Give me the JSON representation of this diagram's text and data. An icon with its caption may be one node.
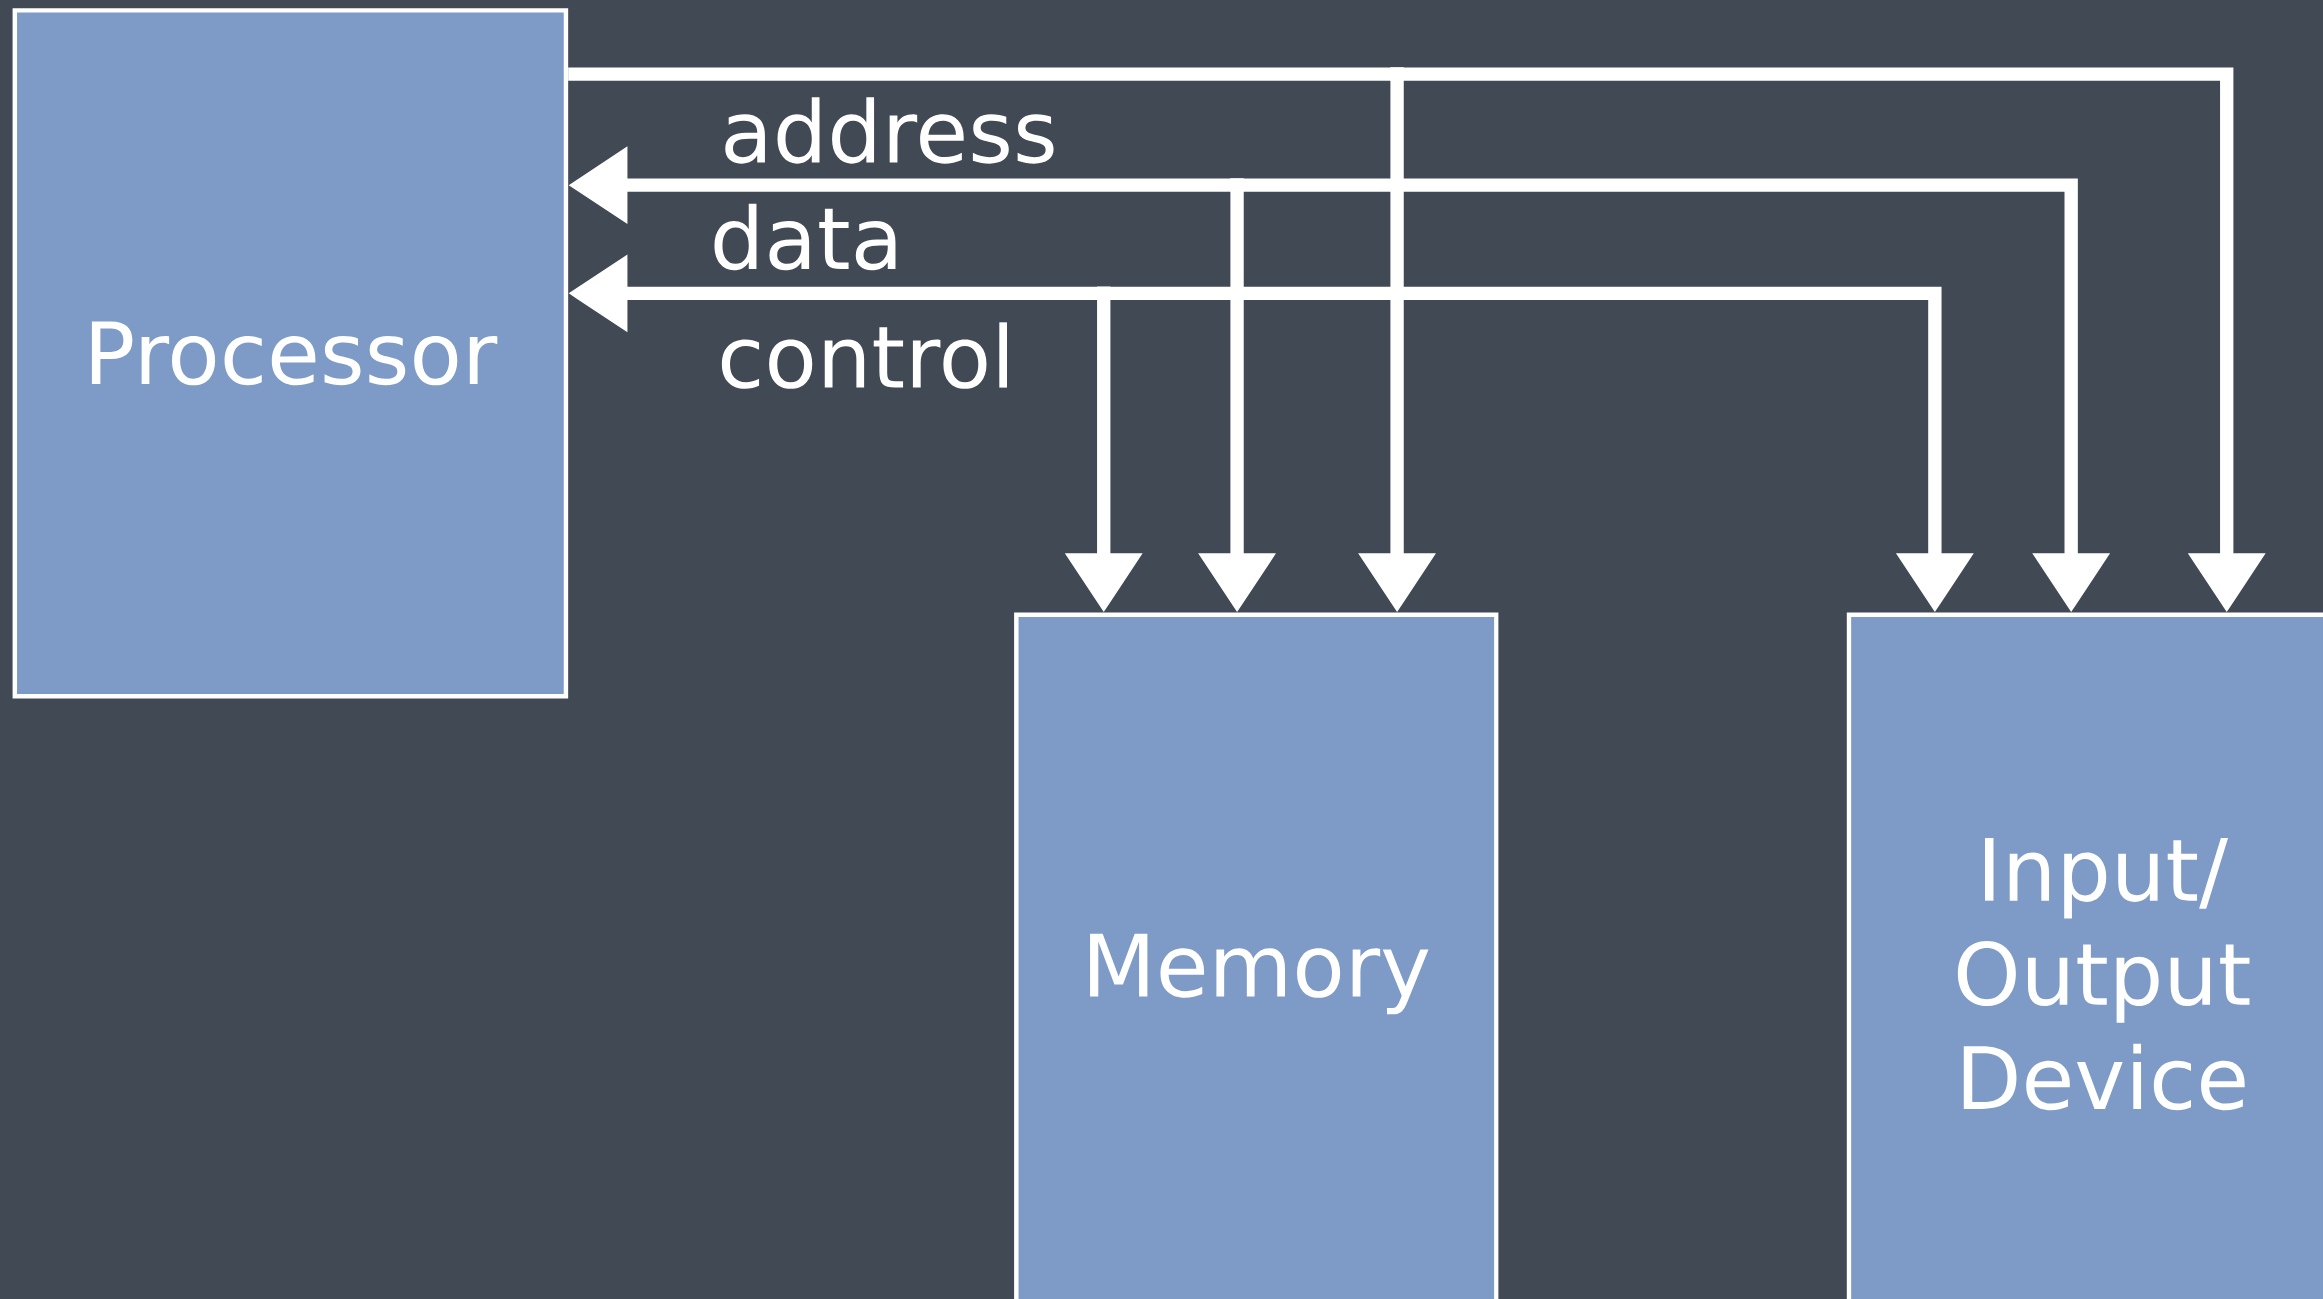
{
  "diagram": {
    "nodes": [
      {
        "text": [
          "Processor"
        ]
      },
      {
        "text": [
          "Memory"
        ]
      },
      {
        "text": [
          "Input/ Output Device"
        ]
      }
    ],
    "edges": [
      {
        "from": 0,
        "to": 1,
        "arrow": "to",
        "label": "address"
      },
      {
        "from": 0,
        "to": 2,
        "arrow": "to"
      },
      {
        "from": 0,
        "to": 1,
        "arrow": "both",
        "label": "data"
      },
      {
        "from": 0,
        "to": 2,
        "arrow": "both"
      },
      {
        "from": 0,
        "to": 1,
        "arrow": "both",
        "label": "control"
      },
      {
        "from": 0,
        "to": 2,
        "arrow": "both"
      }
    ]
  }
}
